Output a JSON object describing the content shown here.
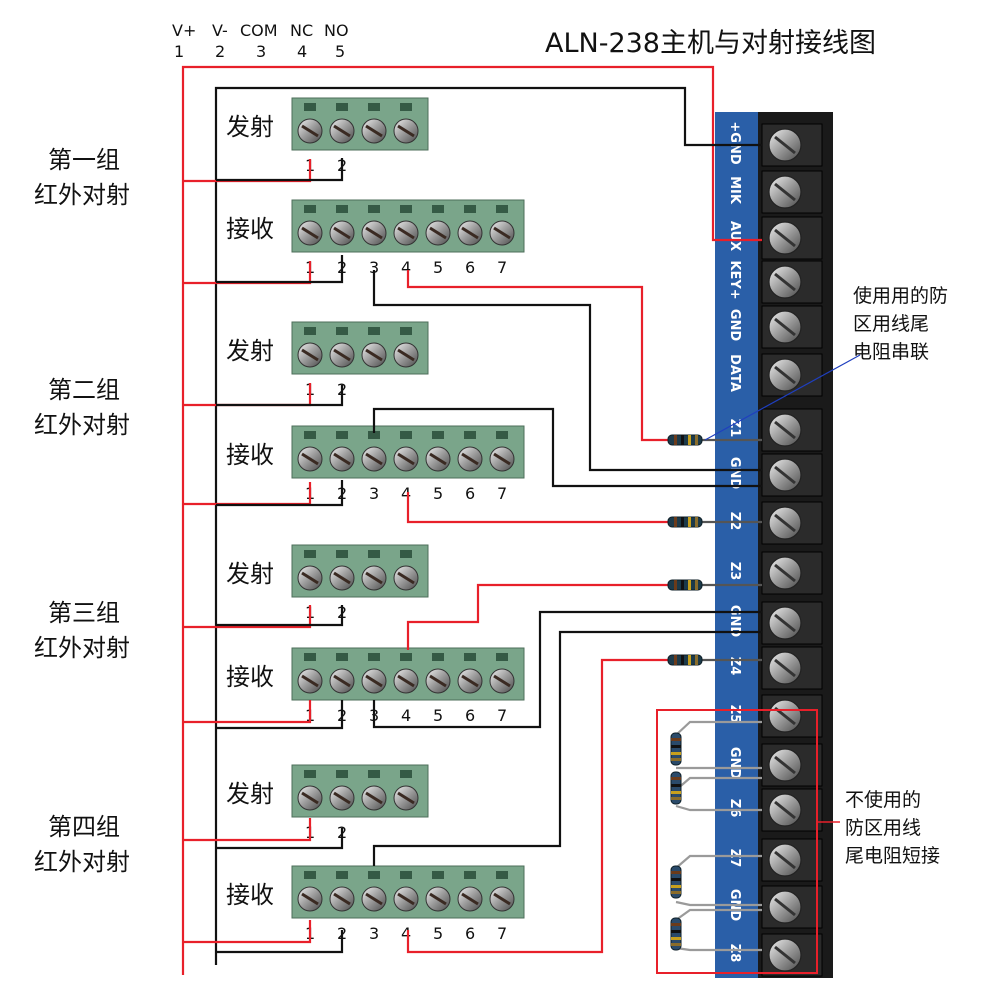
{
  "title": "ALN-238主机与对射接线图",
  "bus_headers": [
    {
      "label": "V+",
      "num": "1"
    },
    {
      "label": "V-",
      "num": "2"
    },
    {
      "label": "COM",
      "num": "3"
    },
    {
      "label": "NC",
      "num": "4"
    },
    {
      "label": "NO",
      "num": "5"
    }
  ],
  "groups": [
    {
      "line1": "第一组",
      "line2": "红外对射"
    },
    {
      "line1": "第二组",
      "line2": "红外对射"
    },
    {
      "line1": "第三组",
      "line2": "红外对射"
    },
    {
      "line1": "第四组",
      "line2": "红外对射"
    }
  ],
  "transmitter_label": "发射",
  "receiver_label": "接收",
  "tx_terminal_numbers": [
    "1",
    "2"
  ],
  "rx_terminal_numbers": [
    "1",
    "2",
    "3",
    "4",
    "5",
    "6",
    "7"
  ],
  "host_terminals": [
    "+GND",
    "MIK",
    "AUX",
    "KEY+",
    "GND",
    "DATA",
    "Z1",
    "GND",
    "Z2",
    "Z3",
    "GND",
    "Z4",
    "Z5",
    "GND",
    "Z6",
    "Z7",
    "GND",
    "Z8"
  ],
  "note_used": [
    "使用用的防",
    "区用线尾",
    "电阻串联"
  ],
  "note_unused": [
    "不使用的",
    "防区用线",
    "尾电阻短接"
  ],
  "colors": {
    "red_wire": "#e8202a",
    "black_wire": "#111111",
    "terminal_green": "#7aa58a",
    "board_blue": "#2a5fa8",
    "blue_line": "#1f3fbf"
  }
}
